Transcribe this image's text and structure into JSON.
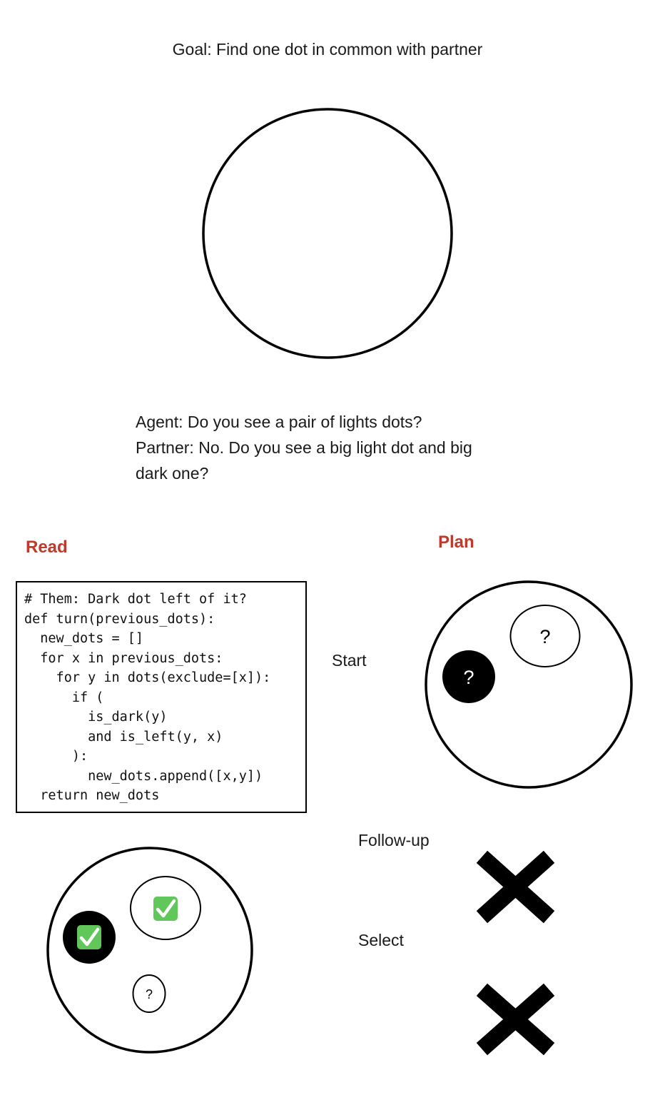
{
  "goal": "Goal: Find one dot in common with partner",
  "dialogue": {
    "agent": "Agent: Do you see a pair of lights dots?",
    "partner_line1": "Partner: No. Do you see a big light dot and big",
    "partner_line2": "dark one?"
  },
  "read": {
    "heading": "Read",
    "code": "# Them: Dark dot left of it?\ndef turn(previous_dots):\n  new_dots = []\n  for x in previous_dots:\n    for y in dots(exclude=[x]):\n      if (\n        is_dark(y)\n        and is_left(y, x)\n      ):\n        new_dots.append([x,y])\n  return new_dots"
  },
  "plan": {
    "heading": "Plan",
    "steps": {
      "start": "Start",
      "followup": "Follow-up",
      "select": "Select"
    }
  },
  "marks": {
    "question": "?",
    "check": "✓"
  },
  "colors": {
    "heading": "#c0392b",
    "check_green": "#62c75b",
    "dark_dot": "#000000"
  },
  "icons": [
    "question-mark-icon",
    "checkmark-icon",
    "cross-icon"
  ]
}
